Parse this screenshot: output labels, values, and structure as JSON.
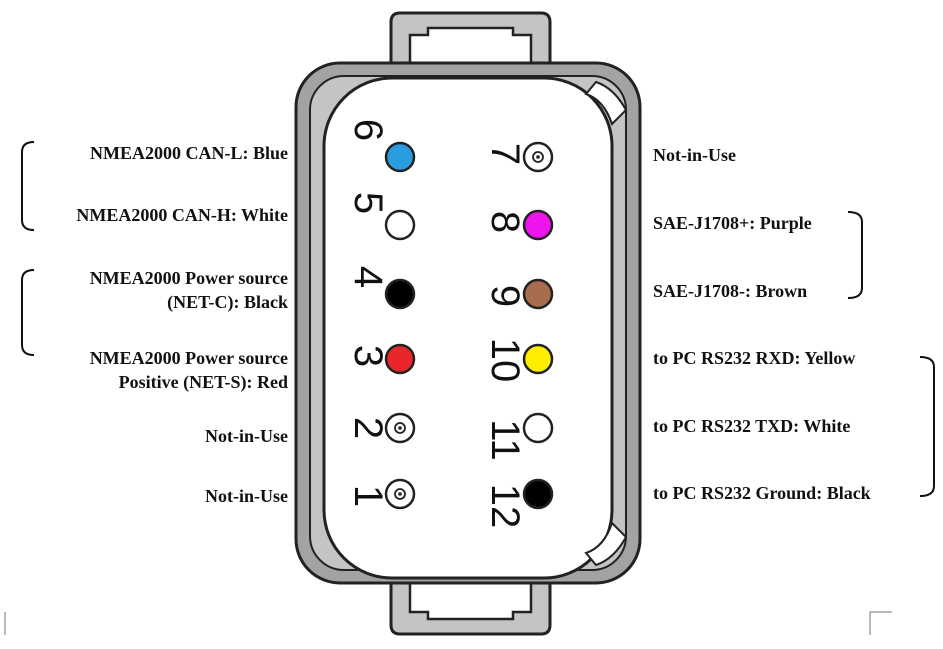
{
  "pins": [
    {
      "number": "1",
      "color": "#ffffff",
      "dot": true
    },
    {
      "number": "2",
      "color": "#ffffff",
      "dot": true
    },
    {
      "number": "3",
      "color": "#e8262b",
      "dot": false
    },
    {
      "number": "4",
      "color": "#000000",
      "dot": false
    },
    {
      "number": "5",
      "color": "#ffffff",
      "dot": false
    },
    {
      "number": "6",
      "color": "#2b9be0",
      "dot": false
    },
    {
      "number": "7",
      "color": "#ffffff",
      "dot": true
    },
    {
      "number": "8",
      "color": "#ee14ee",
      "dot": false
    },
    {
      "number": "9",
      "color": "#a86d4e",
      "dot": false
    },
    {
      "number": "10",
      "color": "#ffee00",
      "dot": false
    },
    {
      "number": "11",
      "color": "#ffffff",
      "dot": false
    },
    {
      "number": "12",
      "color": "#000000",
      "dot": false
    }
  ],
  "left_labels": {
    "pin6": "NMEA2000 CAN-L: Blue",
    "pin5": "NMEA2000 CAN-H:  White",
    "pin4_line1": "NMEA2000 Power source",
    "pin4_line2": "(NET-C):  Black",
    "pin3_line1": "NMEA2000 Power source",
    "pin3_line2": "Positive (NET-S): Red",
    "pin2": "Not-in-Use",
    "pin1": "Not-in-Use"
  },
  "right_labels": {
    "pin7": "Not-in-Use",
    "pin8": "SAE-J1708+:  Purple",
    "pin9": "SAE-J1708-:   Brown",
    "pin10": "to PC RS232 RXD:  Yellow",
    "pin11": "to PC RS232 TXD:  White",
    "pin12": "to PC RS232 Ground:   Black"
  },
  "colors": {
    "housing_outer": "#a3a3a3",
    "housing_inner": "#c4c4c4",
    "housing_face": "#ffffff",
    "outline": "#222222"
  }
}
